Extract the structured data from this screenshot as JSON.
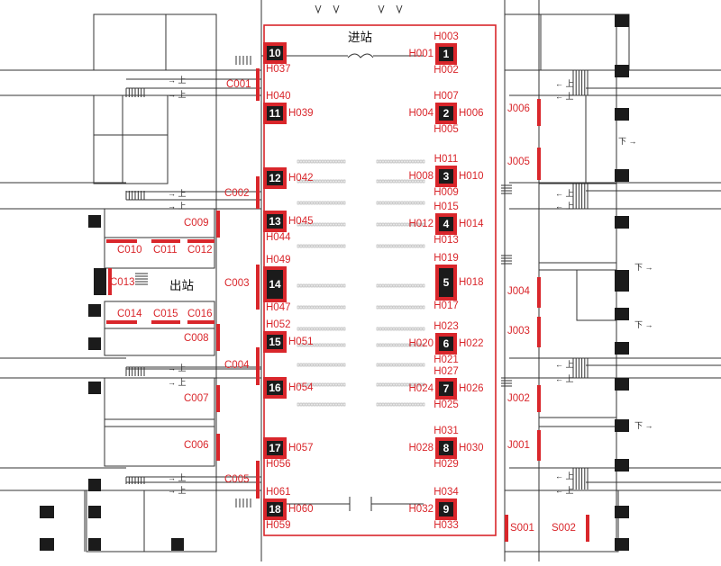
{
  "map": {
    "entrance_label": "进站",
    "exit_label": "出站",
    "up_label": "上",
    "down_label": "下",
    "accent_color": "#d9262b",
    "booth_color": "#1b1b1b",
    "gates": [
      {
        "number": "1",
        "codes": {
          "top": "H003",
          "left": "H001",
          "bottom": "H002"
        }
      },
      {
        "number": "2",
        "codes": {
          "top": "H007",
          "left": "H004",
          "right": "H006",
          "bottom": "H005"
        }
      },
      {
        "number": "3",
        "codes": {
          "top": "H011",
          "left": "H008",
          "right": "H010",
          "bottom": "H009"
        }
      },
      {
        "number": "4",
        "codes": {
          "top": "H015",
          "left": "H012",
          "right": "H014",
          "bottom": "H013"
        }
      },
      {
        "number": "5",
        "codes": {
          "top": "H019",
          "right": "H018",
          "bottom": "H017"
        }
      },
      {
        "number": "6",
        "codes": {
          "top": "H023",
          "left": "H020",
          "right": "H022",
          "bottom": "H021"
        }
      },
      {
        "number": "7",
        "codes": {
          "top": "H027",
          "left": "H024",
          "right": "H026",
          "bottom": "H025"
        }
      },
      {
        "number": "8",
        "codes": {
          "top": "H031",
          "left": "H028",
          "right": "H030",
          "bottom": "H029"
        }
      },
      {
        "number": "9",
        "codes": {
          "top": "H034",
          "left": "H032",
          "bottom": "H033"
        }
      },
      {
        "number": "10",
        "codes": {
          "bottom": "H037"
        }
      },
      {
        "number": "11",
        "codes": {
          "top": "H040",
          "right": "H039"
        }
      },
      {
        "number": "12",
        "codes": {
          "right": "H042"
        }
      },
      {
        "number": "13",
        "codes": {
          "right": "H045",
          "bottom": "H044"
        }
      },
      {
        "number": "14",
        "codes": {
          "top": "H049",
          "bottom": "H047"
        }
      },
      {
        "number": "15",
        "codes": {
          "top": "H052",
          "right": "H051"
        }
      },
      {
        "number": "16",
        "codes": {
          "right": "H054"
        }
      },
      {
        "number": "17",
        "codes": {
          "right": "H057",
          "bottom": "H056"
        }
      },
      {
        "number": "18",
        "codes": {
          "top": "H061",
          "right": "H060",
          "bottom": "H059"
        }
      }
    ],
    "c_labels": [
      "C001",
      "C002",
      "C003",
      "C004",
      "C005",
      "C006",
      "C007",
      "C008",
      "C009",
      "C010",
      "C011",
      "C012",
      "C013",
      "C014",
      "C015",
      "C016"
    ],
    "j_labels": [
      "J001",
      "J002",
      "J003",
      "J004",
      "J005",
      "J006"
    ],
    "s_labels": [
      "S001",
      "S002"
    ]
  }
}
